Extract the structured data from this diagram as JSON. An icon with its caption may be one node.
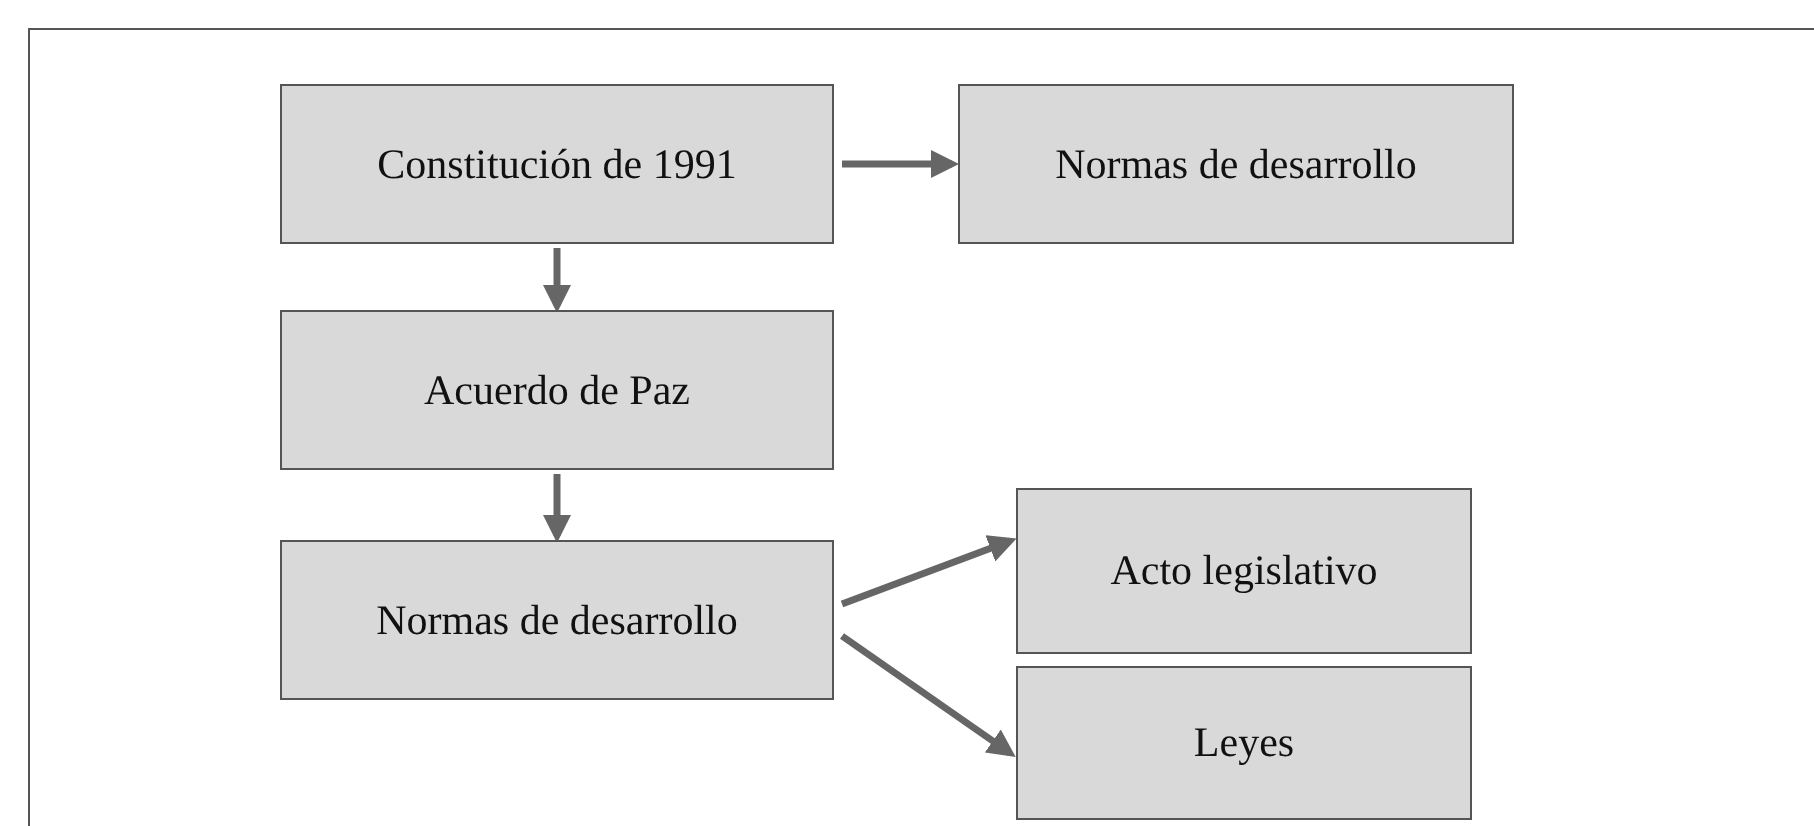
{
  "diagram": {
    "nodes": [
      {
        "text": [
          "Constitución de 1991"
        ]
      },
      {
        "text": [
          "Normas de desarrollo"
        ]
      },
      {
        "text": [
          "Acuerdo de Paz"
        ]
      },
      {
        "text": [
          "Normas de desarrollo"
        ]
      },
      {
        "text": [
          "Acto legislativo"
        ]
      },
      {
        "text": [
          "Leyes"
        ]
      }
    ],
    "edges": [
      {
        "from": 0,
        "to": 1,
        "arrow": "to"
      },
      {
        "from": 0,
        "to": 2,
        "arrow": "to"
      },
      {
        "from": 2,
        "to": 3,
        "arrow": "to"
      },
      {
        "from": 3,
        "to": 4,
        "arrow": "to"
      },
      {
        "from": 3,
        "to": 5,
        "arrow": "to"
      }
    ]
  }
}
